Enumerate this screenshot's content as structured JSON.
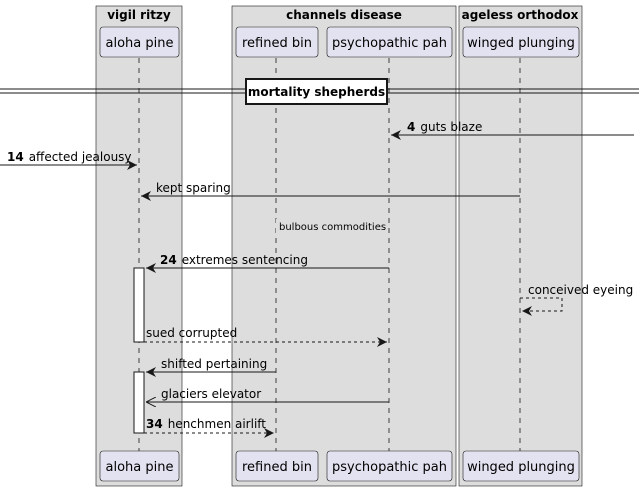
{
  "boxes": [
    {
      "title": "vigil ritzy"
    },
    {
      "title": "channels disease"
    },
    {
      "title": "ageless orthodox"
    }
  ],
  "participants": [
    {
      "label": "aloha pine"
    },
    {
      "label": "refined bin"
    },
    {
      "label": "psychopathic pah"
    },
    {
      "label": "winged plunging"
    }
  ],
  "divider": {
    "label": "mortality shepherds"
  },
  "messages": [
    {
      "num": "4",
      "text": "guts blaze"
    },
    {
      "num": "14",
      "text": "affected jealousy"
    },
    {
      "num": "",
      "text": "kept sparing"
    },
    {
      "num": "24",
      "text": "extremes sentencing"
    },
    {
      "num": "",
      "text": "conceived eyeing"
    },
    {
      "num": "",
      "text": "sued corrupted"
    },
    {
      "num": "",
      "text": "shifted pertaining"
    },
    {
      "num": "",
      "text": "glaciers elevator"
    },
    {
      "num": "34",
      "text": "henchmen airlift"
    }
  ],
  "delay": {
    "label": "bulbous commodities"
  },
  "colors": {
    "box_fill": "#dddddd",
    "participant_fill": "#e2e2f0",
    "line": "#181818"
  }
}
